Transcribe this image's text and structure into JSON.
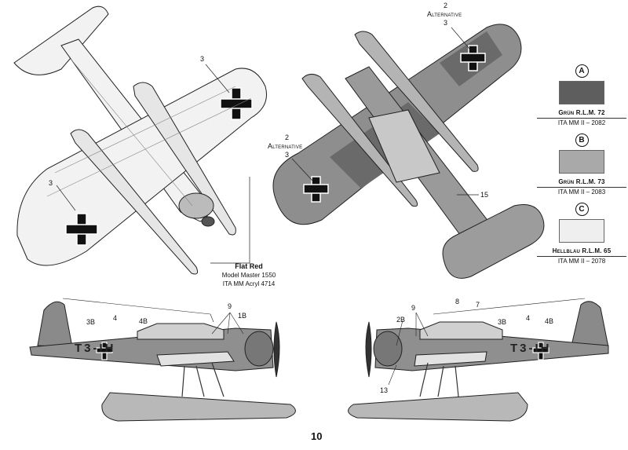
{
  "swatches": [
    {
      "letter": "A",
      "name": "Grün R.L.M. 72",
      "code": "ITA MM II – 2082",
      "color": "#5e5e5e"
    },
    {
      "letter": "B",
      "name": "Grün R.L.M. 73",
      "code": "ITA MM II – 2083",
      "color": "#a9a9a9"
    },
    {
      "letter": "C",
      "name": "Hellblau R.L.M. 65",
      "code": "ITA MM II – 2078",
      "color": "#efefef"
    }
  ],
  "note": {
    "title": "Flat Red",
    "line1": "Model Master 1550",
    "line2": "ITA MM Acryl 4714"
  },
  "callouts": {
    "bottom_left_3a": "3",
    "bottom_left_3b": "3",
    "top_alt_top_num": "2",
    "top_alt_top_word": "Alternative",
    "top_alt_top_3": "3",
    "top_alt_left_num": "2",
    "top_alt_left_word": "Alternative",
    "top_alt_left_3": "3",
    "top_15": "15",
    "side_l_3b": "3B",
    "side_l_4": "4",
    "side_l_4b": "4B",
    "side_l_9": "9",
    "side_l_1b": "1B",
    "side_r_2b": "2B",
    "side_r_9": "9",
    "side_r_8": "8",
    "side_r_7": "7",
    "side_r_3b": "3B",
    "side_r_4": "4",
    "side_r_4b": "4B",
    "side_r_13": "13"
  },
  "codes": {
    "left": "T3-IH",
    "right": "T3-IH"
  },
  "page_number": "10"
}
